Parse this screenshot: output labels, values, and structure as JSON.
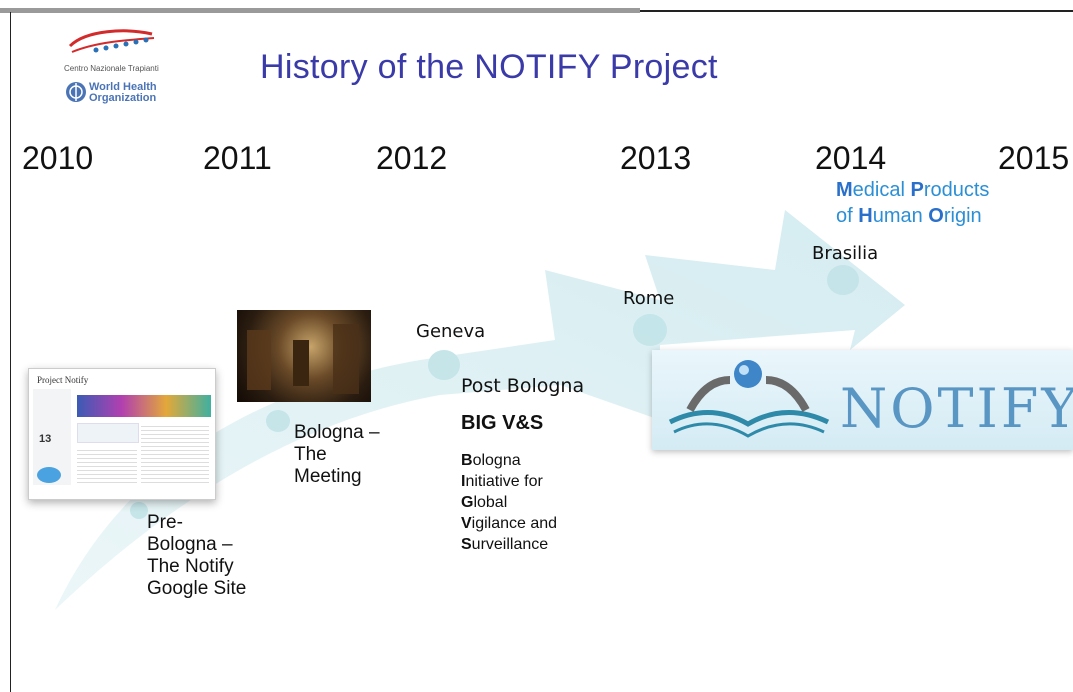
{
  "title": "History of the NOTIFY Project",
  "logo": {
    "cnt_text": "Centro Nazionale Trapianti",
    "who_line1": "World Health",
    "who_line2": "Organization"
  },
  "years": [
    "2010",
    "2011",
    "2012",
    "2013",
    "2014",
    "2015"
  ],
  "mphos": {
    "line1_parts": [
      "M",
      "edical ",
      "P",
      "roducts"
    ],
    "line2_parts": [
      "of ",
      "H",
      "uman ",
      "O",
      "rigin"
    ]
  },
  "places": {
    "brasilia": "Brasilia",
    "rome": "Rome",
    "geneva": "Geneva"
  },
  "milestones": {
    "pre_bologna": [
      "Pre-",
      "Bologna –",
      "The Notify",
      "Google Site"
    ],
    "bologna": [
      "Bologna –",
      "The",
      "Meeting"
    ],
    "post_bologna": "Post Bologna",
    "big": "BIG V&S",
    "acronym": [
      {
        "initial": "B",
        "rest": "ologna"
      },
      {
        "initial": "I",
        "rest": "nitiative for"
      },
      {
        "initial": "G",
        "rest": "lobal"
      },
      {
        "initial": "V",
        "rest": "igilance and"
      },
      {
        "initial": "S",
        "rest": "urveillance"
      }
    ]
  },
  "notify_logo_text": "NOTIFY",
  "site_screenshot": {
    "title": "Project Notify",
    "number": "13"
  },
  "colors": {
    "title": "#3a3aa8",
    "mphos_text": "#2b8fd6",
    "arrow": "#d9eef2",
    "node": "#c3e4e8"
  }
}
